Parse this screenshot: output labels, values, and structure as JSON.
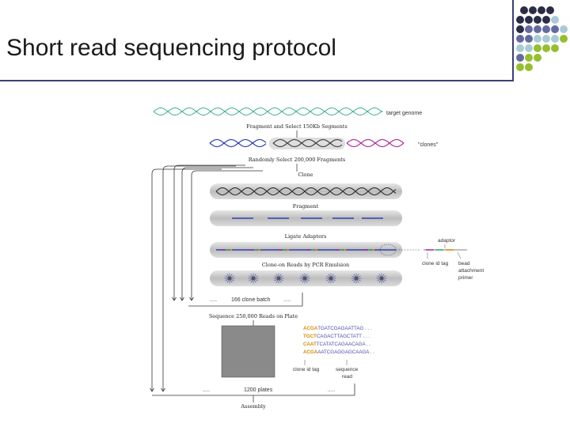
{
  "slide": {
    "title": "Short read sequencing protocol",
    "accent": "#3b3f7a"
  },
  "decoration": {
    "dot_colors": [
      "#2a2d45",
      "#656a9e",
      "#a9cbd6",
      "#95bf2e"
    ]
  },
  "diagram": {
    "side_labels": {
      "target_genome": "target genome",
      "clones": "\"clones\"",
      "adaptor": "adaptor",
      "clone_id_tag": "clone id tag",
      "bead_attachment_primer": "bead attachment primer",
      "clone_id_tag_2": "clone id tag",
      "sequence_read": "sequence read"
    },
    "steps": {
      "fragment_select": "Fragment and Select 150Kb Segments",
      "random_select": "Randomly Select 200,000 Fragments",
      "clone": "Clone",
      "fragment": "Fragment",
      "ligate": "Ligate Adapters",
      "clone_reads": "Clone-on Reads by PCR Emulsion",
      "sequence": "Sequence 250,000 Reads on Plate",
      "assembly": "Assembly"
    },
    "batch_label": "166 clone batch",
    "plates_label": "1200 plates",
    "ellipsis": ".....",
    "reads": [
      {
        "tag": "ACGA",
        "seq": "TGATCGAGAATTAG . . ."
      },
      {
        "tag": "TGCT",
        "seq": "CAGACTTAGCTATT . . ."
      },
      {
        "tag": "CAAT",
        "seq": "TCATATCAGAACAGA . ."
      },
      {
        "tag": "ACGA",
        "seq": "AATCGAGGAGCAAGA . ."
      }
    ],
    "colors": {
      "genome": "#2fae78",
      "clone_blue": "#3140b8",
      "clone_magenta": "#b0309a",
      "panel": "#c8c8c8",
      "tag": "#d98a00",
      "seq": "#4c4cb0",
      "plate": "#8a8a8a"
    }
  }
}
